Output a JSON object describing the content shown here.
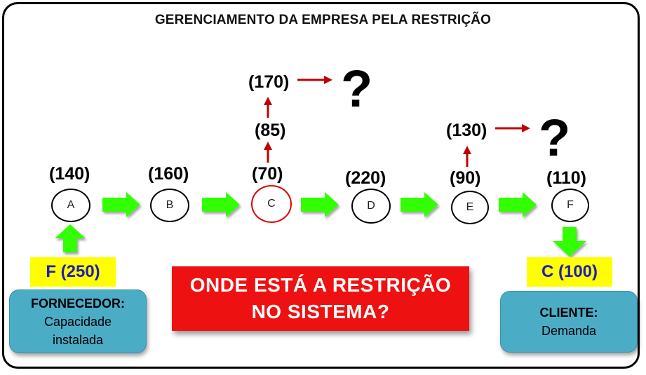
{
  "title": "GERENCIAMENTO DA EMPRESA PELA RESTRIÇÃO",
  "nodes": [
    {
      "label": "A",
      "capacity": "(140)"
    },
    {
      "label": "B",
      "capacity": "(160)"
    },
    {
      "label": "C",
      "capacity": "(70)"
    },
    {
      "label": "D",
      "capacity": "(220)"
    },
    {
      "label": "E",
      "capacity": "(90)"
    },
    {
      "label": "F",
      "capacity": "(110)"
    }
  ],
  "branch_c": {
    "first": "(85)",
    "second": "(170)",
    "question": "?"
  },
  "branch_e": {
    "first": "(130)",
    "question": "?"
  },
  "supplier": {
    "tag": "F (250)",
    "title": "FORNECEDOR:",
    "line1": "Capacidade",
    "line2": "instalada"
  },
  "customer": {
    "tag": "C (100)",
    "title": "CLIENTE:",
    "line1": "Demanda"
  },
  "question_box": {
    "line1": "ONDE ESTÁ A RESTRIÇÃO",
    "line2": "NO SISTEMA?"
  },
  "colors": {
    "flow_arrow": "#33ff00",
    "red_arrow": "#c00000",
    "question_box": "#ee1111",
    "tag": "#ffff00",
    "info_box": "#4bacc6",
    "tag_text": "#1d1db8"
  }
}
